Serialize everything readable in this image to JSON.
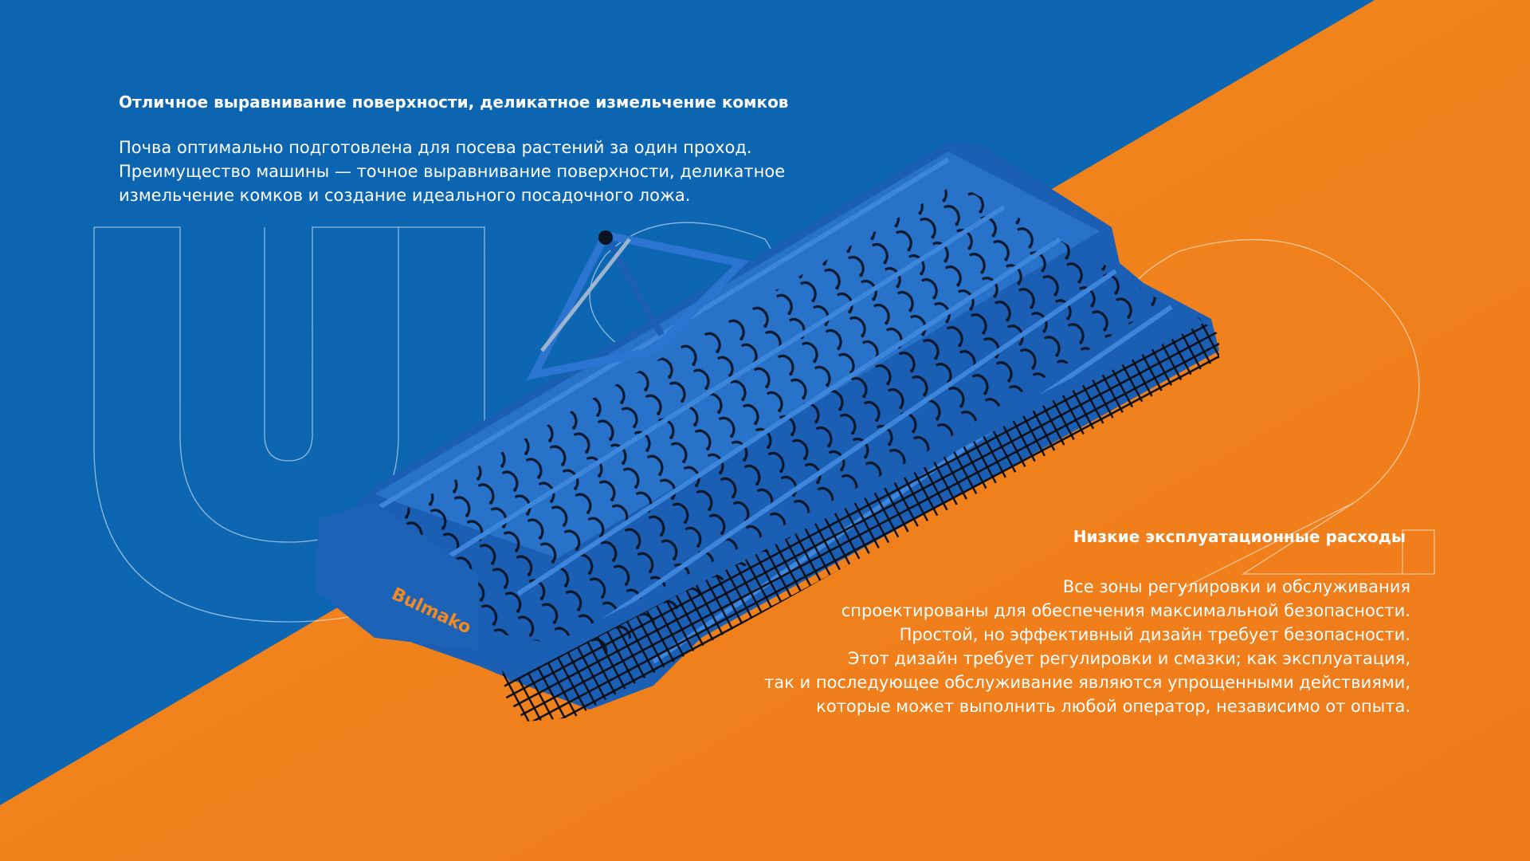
{
  "colors": {
    "blue_background": "#0d66b1",
    "orange_background": "#f07e1d",
    "machine_blue": "#1c63b8",
    "text": "#ffffff"
  },
  "decoration": {
    "outline_letters": [
      "U",
      "S",
      "2"
    ]
  },
  "machine": {
    "description_icon": "cultivator-harrow-image",
    "brand": "Bulmako"
  },
  "section_top": {
    "heading": "Отличное выравнивание поверхности, деликатное измельчение комков",
    "lines": [
      "Почва оптимально подготовлена для посева растений за один проход.",
      "Преимущество машины — точное выравнивание поверхности, деликатное",
      "измельчение комков и создание идеального посадочного ложа."
    ]
  },
  "section_bottom": {
    "heading": "Низкие эксплуатационные расходы",
    "lines": [
      "Все зоны регулировки и обслуживания",
      "спроектированы для обеспечения максимальной безопасности.",
      "Простой, но эффективный дизайн требует безопасности.",
      "Этот дизайн требует регулировки и смазки; как эксплуатация,",
      "так и последующее обслуживание являются упрощенными действиями,",
      "которые может выполнить любой оператор, независимо от опыта."
    ]
  }
}
